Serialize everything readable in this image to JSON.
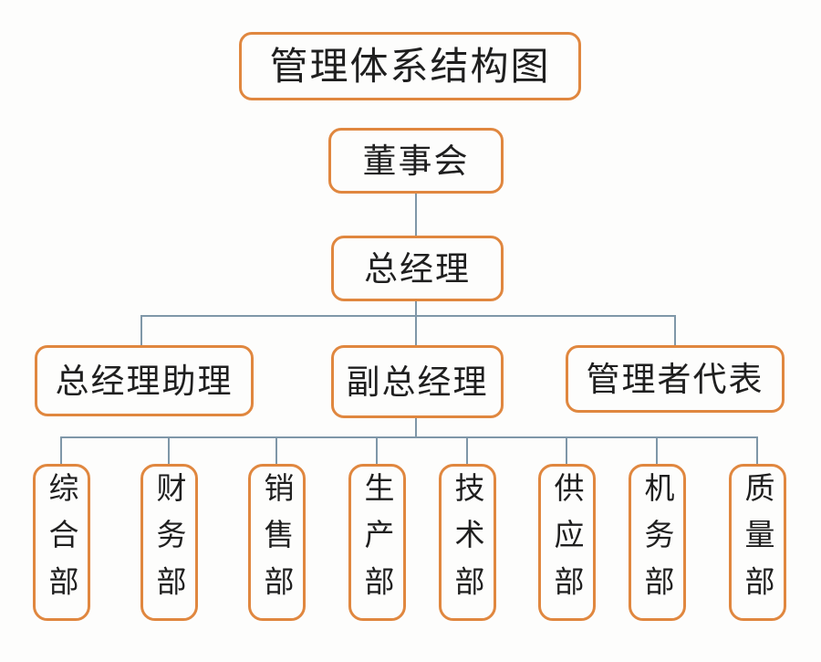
{
  "chart": {
    "title": "管理体系结构图",
    "nodes": {
      "board": "董事会",
      "general_manager": "总经理",
      "gm_assistant": "总经理助理",
      "deputy_gm": "副总经理",
      "management_rep": "管理者代表"
    },
    "departments": [
      {
        "label": "综合部"
      },
      {
        "label": "财务部"
      },
      {
        "label": "销售部"
      },
      {
        "label": "生产部"
      },
      {
        "label": "技术部"
      },
      {
        "label": "供应部"
      },
      {
        "label": "机务部"
      },
      {
        "label": "质量部"
      }
    ],
    "hierarchy": [
      {
        "parent": "管理体系结构图",
        "children": [
          "董事会"
        ]
      },
      {
        "parent": "董事会",
        "children": [
          "总经理"
        ]
      },
      {
        "parent": "总经理",
        "children": [
          "总经理助理",
          "副总经理",
          "管理者代表"
        ]
      },
      {
        "parent": "副总经理",
        "children": [
          "综合部",
          "财务部",
          "销售部",
          "生产部",
          "技术部",
          "供应部",
          "机务部",
          "质量部"
        ]
      }
    ],
    "colors": {
      "box_border": "#e0873f",
      "connector": "#7f97a8",
      "text": "#1f1f1f",
      "background": "#fdfdfc"
    }
  }
}
